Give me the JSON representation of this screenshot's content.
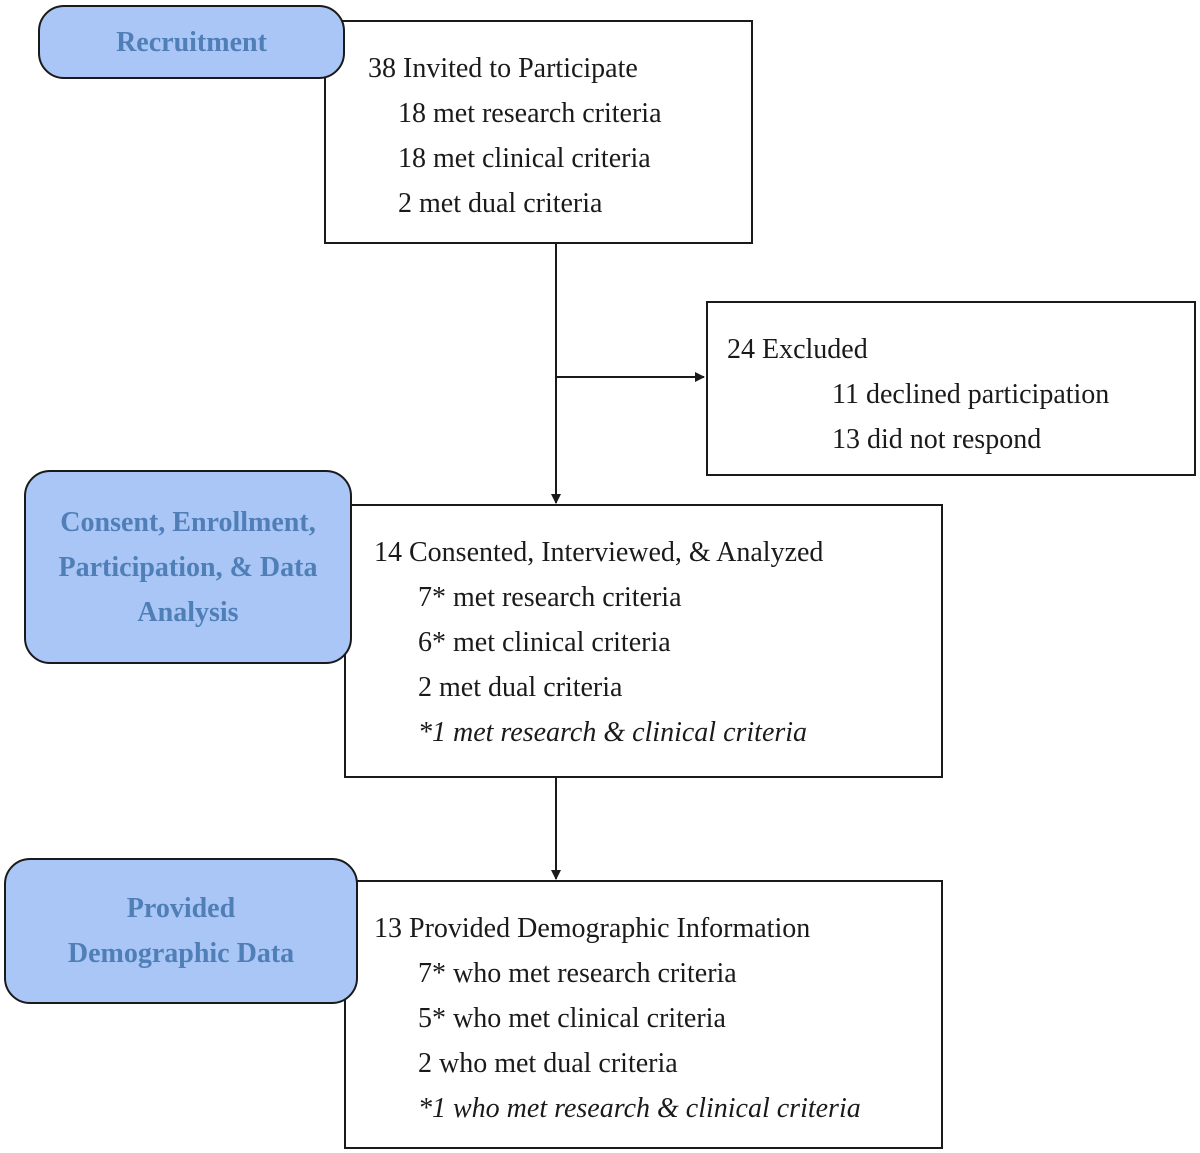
{
  "stages": {
    "recruitment": {
      "lines": [
        "Recruitment"
      ],
      "fill": "#a9c6f6",
      "text_color": "#4f7fb6"
    },
    "consent": {
      "lines": [
        "Consent, Enrollment,",
        "Participation, &  Data",
        "Analysis"
      ],
      "fill": "#a9c6f6",
      "text_color": "#4f7fb6"
    },
    "demographic": {
      "lines": [
        "Provided",
        "Demographic Data"
      ],
      "fill": "#a9c6f6",
      "text_color": "#4f7fb6"
    }
  },
  "boxes": {
    "invited": {
      "title": "38 Invited to Participate",
      "items": [
        "18 met research criteria",
        "18 met clinical criteria",
        "2 met dual criteria"
      ]
    },
    "excluded": {
      "title": "24 Excluded",
      "items": [
        "11 declined participation",
        "13 did not respond"
      ]
    },
    "consented": {
      "title": "14 Consented, Interviewed, & Analyzed",
      "items": [
        "7* met research criteria",
        "6* met clinical criteria",
        "2 met dual criteria"
      ],
      "note": "*1 met research & clinical criteria"
    },
    "demographics": {
      "title": "13 Provided Demographic Information",
      "items": [
        "7* who met research criteria",
        "5* who met clinical criteria",
        "2 who met dual criteria"
      ],
      "note": "*1 who met research & clinical criteria"
    }
  },
  "connectors": [
    {
      "from": "invited",
      "to": "consented"
    },
    {
      "from": "invited",
      "to": "excluded"
    },
    {
      "from": "consented",
      "to": "demographics"
    }
  ]
}
